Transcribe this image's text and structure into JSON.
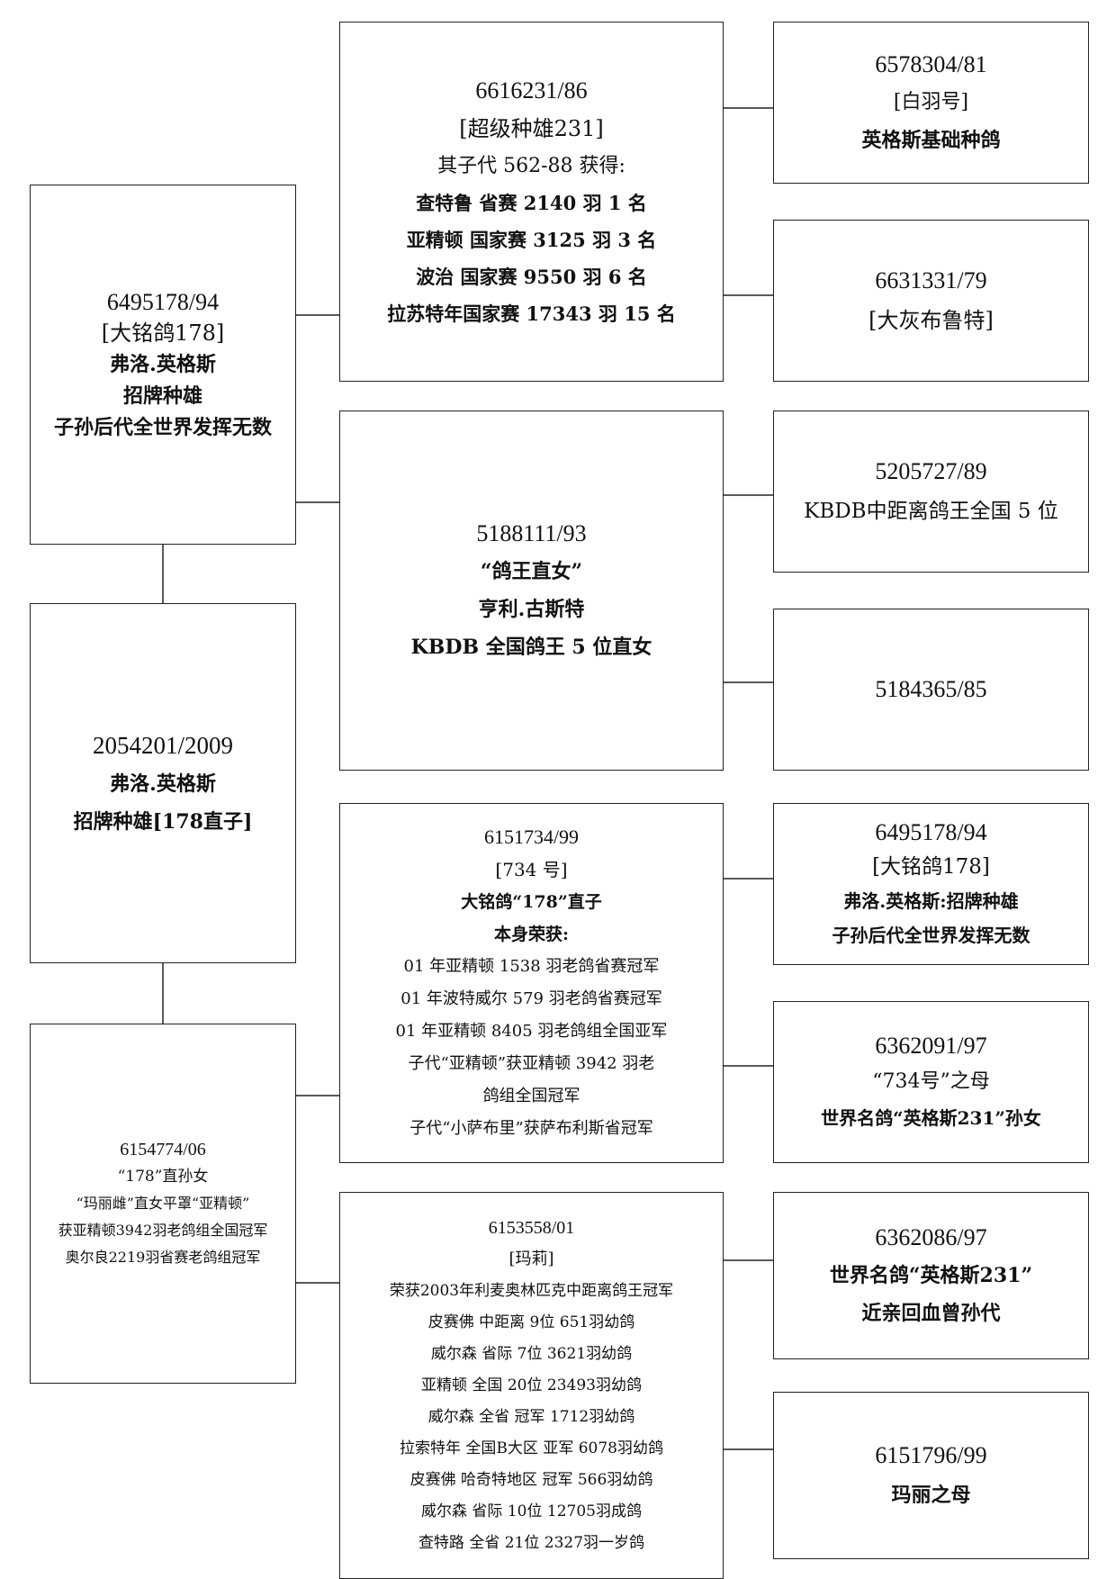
{
  "pedigree": {
    "subject": {
      "lines": [
        "2054201/2009",
        "弗洛.英格斯",
        "招牌种雄[178直子]"
      ]
    },
    "sire": {
      "lines": [
        "6495178/94",
        "[大铭鸽178]",
        "弗洛.英格斯",
        "招牌种雄",
        "子孙后代全世界发挥无数"
      ]
    },
    "dam": {
      "lines": [
        "6154774/06",
        "“178”直孙女",
        "“玛丽雌”直女平罩“亚精顿”",
        "获亚精顿3942羽老鸽组全国冠军",
        "奥尔良2219羽省赛老鸽组冠军"
      ]
    },
    "sire_sire": {
      "lines": [
        "6616231/86",
        "[超级种雄231]",
        "其子代 562-88 获得:",
        "查特鲁 省赛 2140 羽 1 名",
        "亚精顿 国家赛 3125 羽 3 名",
        "波治 国家赛 9550 羽 6 名",
        "拉苏特年国家赛 17343 羽 15 名"
      ]
    },
    "sire_dam": {
      "lines": [
        "5188111/93",
        "“鸽王直女”",
        "亨利.古斯特",
        "KBDB 全国鸽王 5 位直女"
      ]
    },
    "dam_sire": {
      "lines": [
        "6151734/99",
        "[734 号]",
        "大铭鸽“178”直子",
        "本身荣获:",
        "01 年亚精顿 1538 羽老鸽省赛冠军",
        "01 年波特威尔 579 羽老鸽省赛冠军",
        "01 年亚精顿 8405 羽老鸽组全国亚军",
        "子代“亚精顿”获亚精顿 3942 羽老",
        "鸽组全国冠军",
        "子代“小萨布里”获萨布利斯省冠军"
      ]
    },
    "dam_dam": {
      "lines": [
        "6153558/01",
        "[玛莉]",
        "荣获2003年利麦奥林匹克中距离鸽王冠军",
        "皮赛佛 中距离 9位 651羽幼鸽",
        "威尔森 省际 7位 3621羽幼鸽",
        "亚精顿 全国 20位 23493羽幼鸽",
        "威尔森 全省 冠军 1712羽幼鸽",
        "拉索特年 全国B大区 亚军 6078羽幼鸽",
        "皮赛佛 哈奇特地区 冠军 566羽幼鸽",
        "威尔森 省际 10位 12705羽成鸽",
        "查特路 全省 21位 2327羽一岁鸽"
      ]
    },
    "sss": {
      "lines": [
        "6578304/81",
        "[白羽号]",
        "英格斯基础种鸽"
      ]
    },
    "ssd": {
      "lines": [
        "6631331/79",
        "[大灰布鲁特]"
      ]
    },
    "sds": {
      "lines": [
        "5205727/89",
        "KBDB中距离鸽王全国 5 位"
      ]
    },
    "sdd": {
      "lines": [
        "5184365/85"
      ]
    },
    "dss": {
      "lines": [
        "6495178/94",
        "[大铭鸽178]",
        "弗洛.英格斯:招牌种雄",
        "子孙后代全世界发挥无数"
      ]
    },
    "dsd": {
      "lines": [
        "6362091/97",
        "“734号”之母",
        "世界名鸽“英格斯231”孙女"
      ]
    },
    "dds": {
      "lines": [
        "6362086/97",
        "世界名鸽“英格斯231”",
        "近亲回血曾孙代"
      ]
    },
    "ddd": {
      "lines": [
        "6151796/99",
        "玛丽之母"
      ]
    }
  }
}
